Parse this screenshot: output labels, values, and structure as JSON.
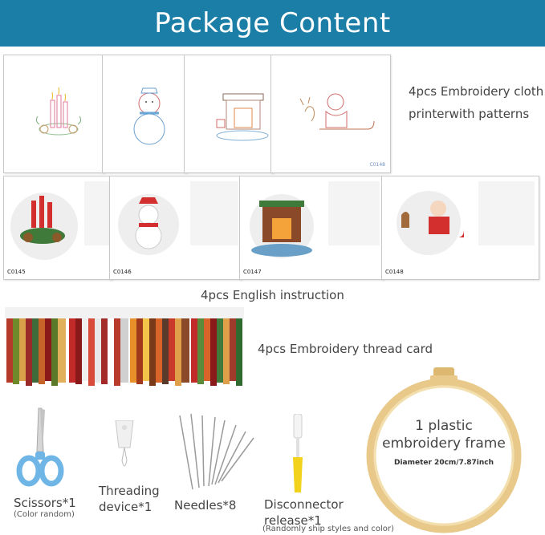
{
  "banner": {
    "title": "Package Content"
  },
  "cloth": {
    "label_line1": "4pcs Embroidery cloth",
    "label_line2": "printerwith patterns",
    "code": "C0148"
  },
  "instructions": {
    "label": "4pcs English instruction",
    "codes": [
      "C0145",
      "C0146",
      "C0147",
      "C0148"
    ]
  },
  "threads": {
    "label": "4pcs Embroidery thread card"
  },
  "tools": {
    "scissors": {
      "label": "Scissors*1",
      "sub": "(Color random)"
    },
    "threader": {
      "label_line1": "Threading",
      "label_line2": "device*1"
    },
    "needles": {
      "label": "Needles*8"
    },
    "disconnector": {
      "label_line1": "Disconnector",
      "label_line2": "release*1",
      "sub": "(Randomly ship styles and color)"
    }
  },
  "hoop": {
    "title_line1": "1 plastic",
    "title_line2": "embroidery frame",
    "sub": "Diameter 20cm/7.87inch"
  },
  "colors": {
    "banner": "#1b7ea6",
    "hoop_wood": "#e8c98a",
    "scissors_blue": "#6fb6e6",
    "ripper_yellow": "#f2d21a"
  }
}
